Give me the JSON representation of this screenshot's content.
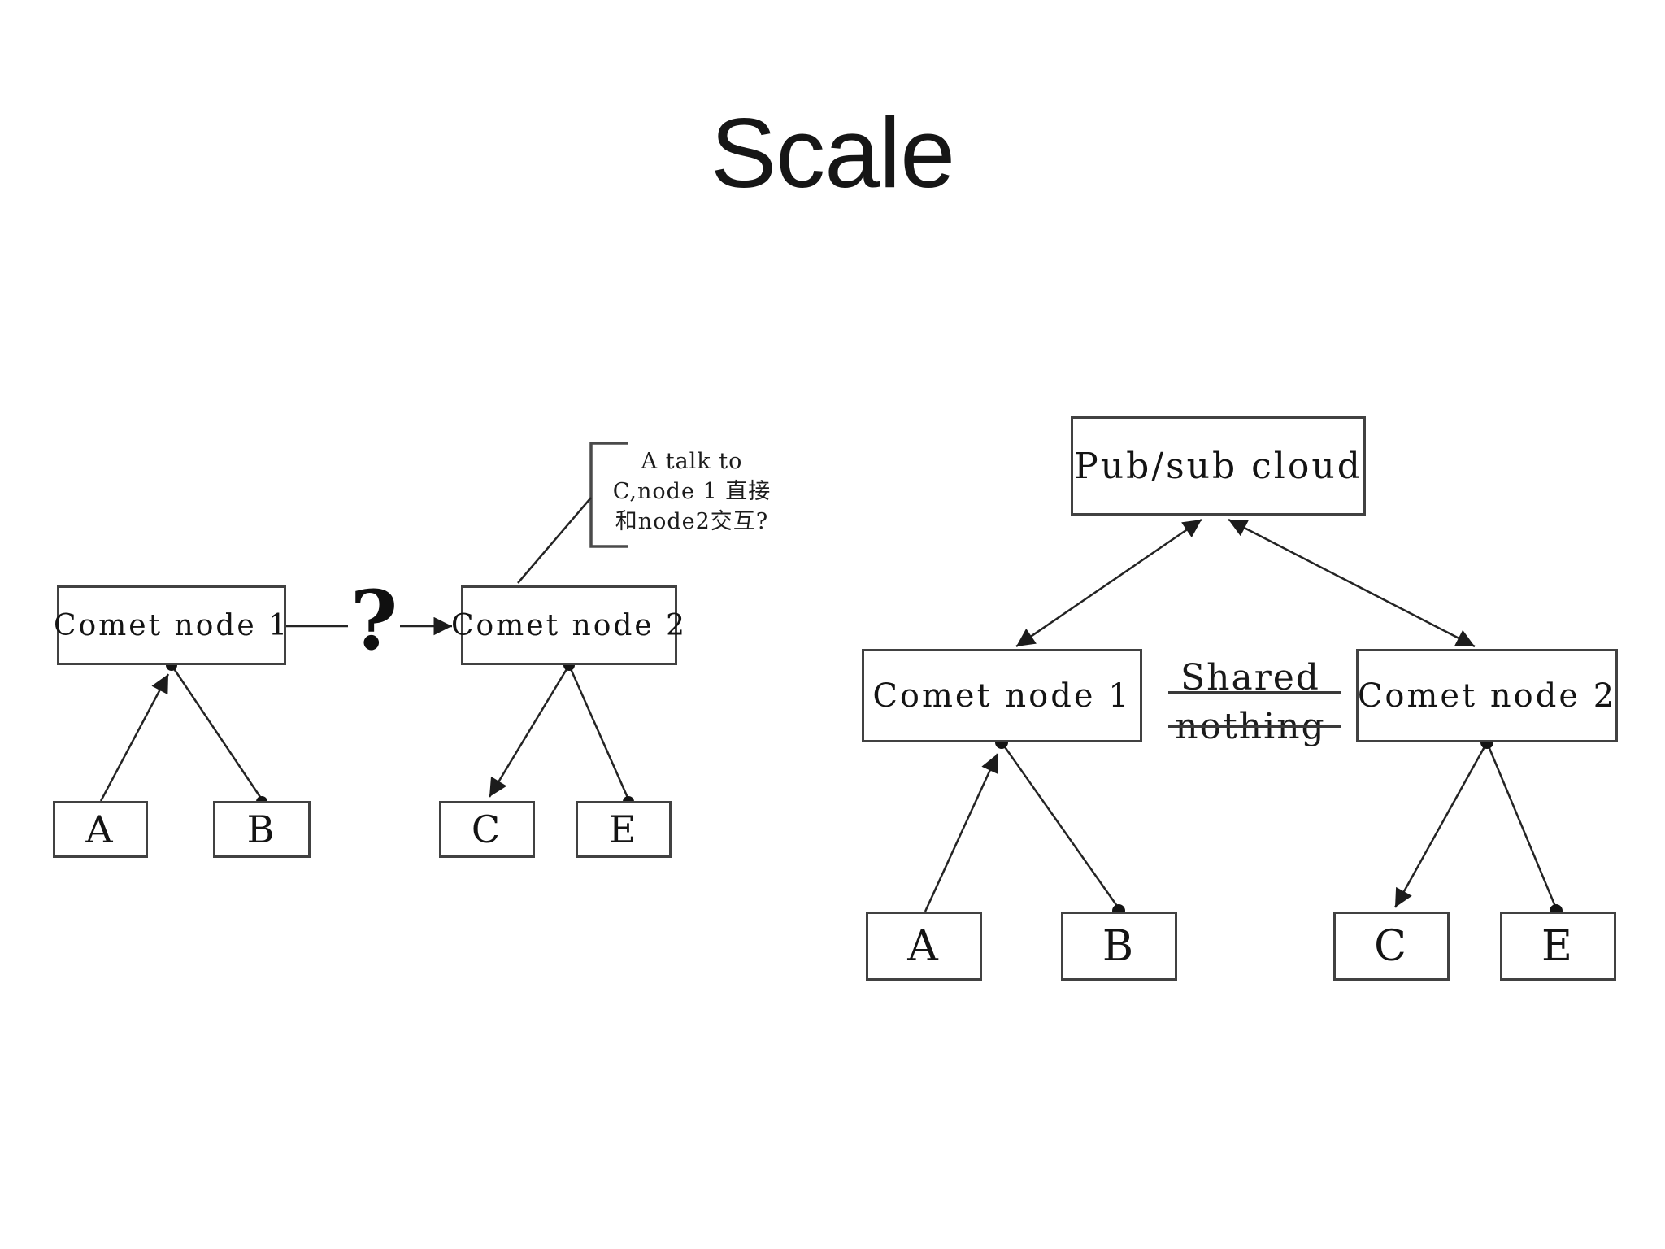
{
  "title": "Scale",
  "left_diagram": {
    "node1_label": "Comet node 1",
    "node2_label": "Comet node 2",
    "question_mark": "?",
    "annotation": {
      "line1": "A talk to",
      "line2": "C,node 1 直接",
      "line3": "和node2交互?"
    },
    "clients": [
      "A",
      "B",
      "C",
      "E"
    ]
  },
  "right_diagram": {
    "cloud_label": "Pub/sub cloud",
    "node1_label": "Comet node 1",
    "node2_label": "Comet node 2",
    "shared_nothing_line1": "Shared",
    "shared_nothing_line2": "nothing",
    "clients": [
      "A",
      "B",
      "C",
      "E"
    ]
  },
  "colors": {
    "background": "#ffffff",
    "line": "#222222",
    "box_border": "#414141",
    "text": "#141414"
  }
}
